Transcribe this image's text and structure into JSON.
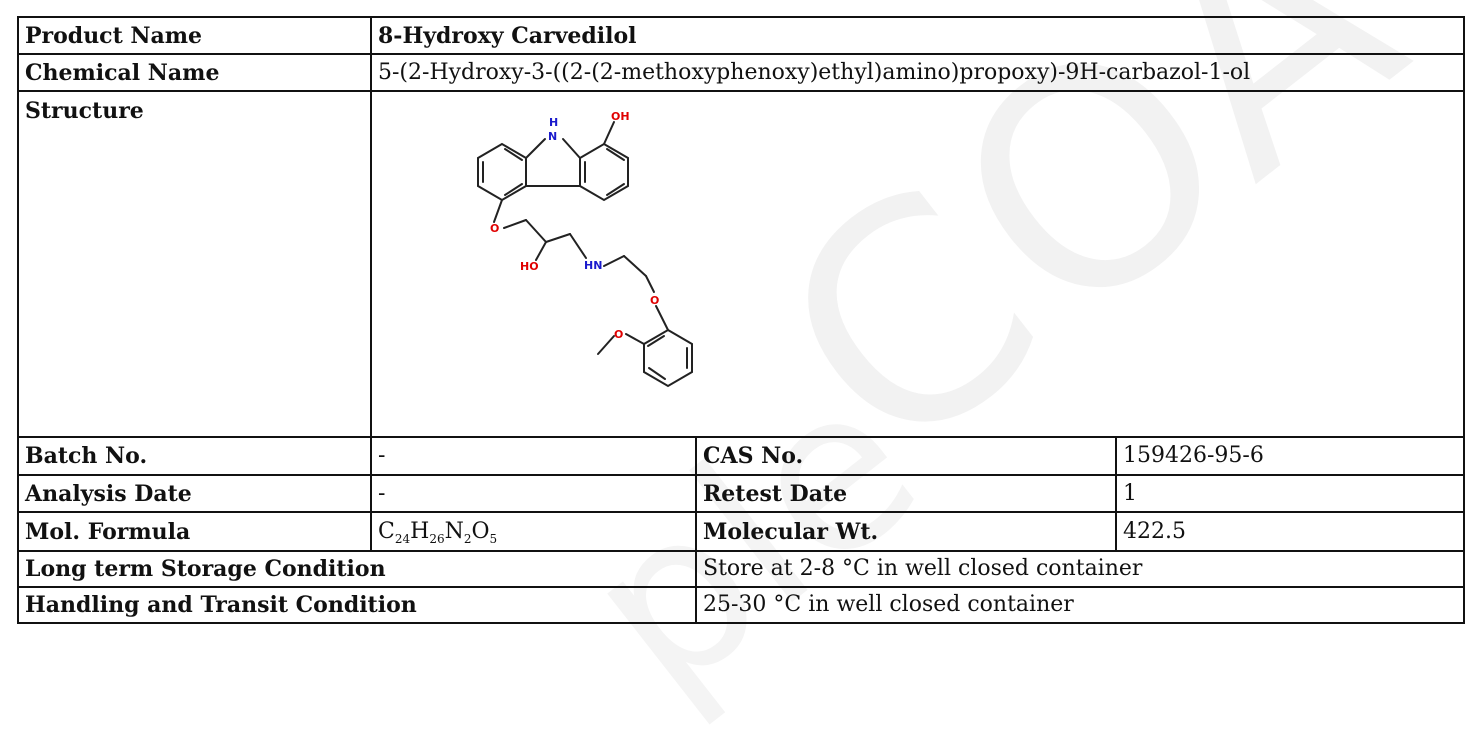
{
  "product": {
    "label": "Product Name",
    "value": "8-Hydroxy Carvedilol"
  },
  "chemical": {
    "label": "Chemical Name",
    "value": "5-(2-Hydroxy-3-((2-(2-methoxyphenoxy)ethyl)amino)propoxy)-9H-carbazol-1-ol"
  },
  "structure": {
    "label": "Structure",
    "atoms": {
      "nh": "NH",
      "h": "H",
      "n": "N",
      "oh_top": "OH",
      "o_ether1": "O",
      "ho": "HO",
      "hn": "HN",
      "o_ether2": "O",
      "o_methoxy": "O"
    }
  },
  "batch": {
    "label": "Batch No.",
    "value": "-"
  },
  "cas": {
    "label": "CAS No.",
    "value": "159426-95-6"
  },
  "analysis_date": {
    "label": "Analysis Date",
    "value": "-"
  },
  "retest_date": {
    "label": "Retest Date",
    "value": "1"
  },
  "mol_formula": {
    "label": "Mol. Formula",
    "parts": [
      {
        "el": "C",
        "n": "24"
      },
      {
        "el": "H",
        "n": "26"
      },
      {
        "el": "N",
        "n": "2"
      },
      {
        "el": "O",
        "n": "5"
      }
    ]
  },
  "mol_weight": {
    "label": "Molecular Wt.",
    "value": "422.5"
  },
  "storage": {
    "label": "Long term Storage Condition",
    "value": "Store at 2-8 °C in well closed container"
  },
  "transit": {
    "label": "Handling and Transit Condition",
    "value": "25-30 °C in well closed container"
  },
  "watermark": {
    "text": "COA",
    "text2": "ple"
  },
  "colors": {
    "heteroatom_o": "#e00000",
    "heteroatom_n": "#1a1acc",
    "border": "#111111",
    "watermark": "#f2f2f2"
  }
}
